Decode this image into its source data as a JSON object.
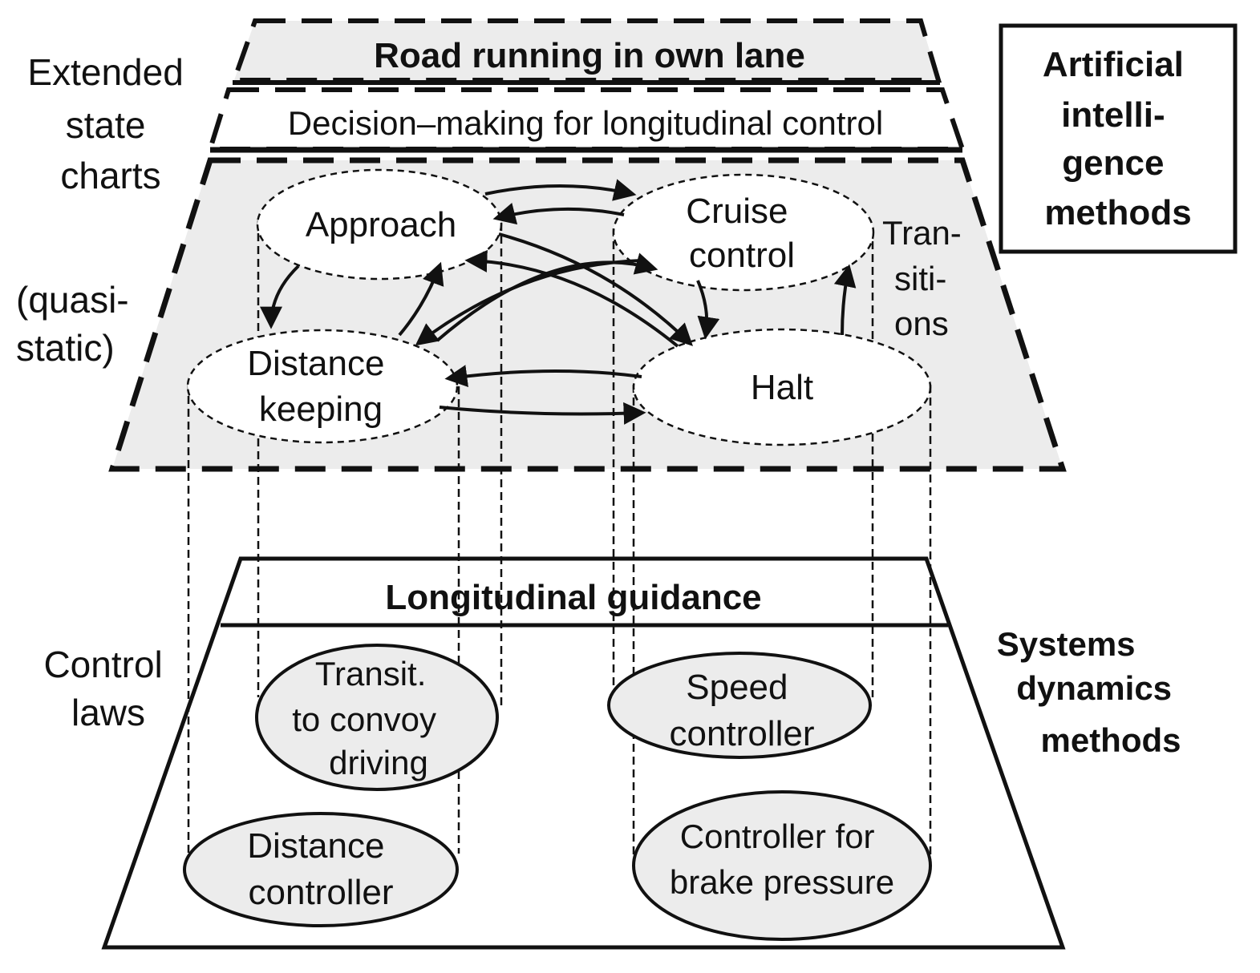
{
  "layers": {
    "top_band": "Road running in own lane",
    "second_band": "Decision–making for longitudinal control",
    "bottom_band": "Longitudinal guidance"
  },
  "left_labels": {
    "extended": [
      "Extended",
      "state",
      "charts"
    ],
    "quasi": [
      "(quasi-",
      "static)"
    ],
    "control": [
      "Control",
      "laws"
    ]
  },
  "right_labels": {
    "ai": [
      "Artificial",
      "intelli-",
      "gence",
      "methods"
    ],
    "transitions": [
      "Tran-",
      "siti-",
      "ons"
    ],
    "systems": [
      "Systems",
      "dynamics",
      "methods"
    ]
  },
  "states": {
    "approach": [
      "Approach"
    ],
    "cruise": [
      "Cruise",
      "control"
    ],
    "distance_keeping": [
      "Distance",
      "keeping"
    ],
    "halt": [
      "Halt"
    ]
  },
  "controllers": {
    "transit": [
      "Transit.",
      "to convoy",
      "driving"
    ],
    "speed": [
      "Speed",
      "controller"
    ],
    "distance": [
      "Distance",
      "controller"
    ],
    "brake": [
      "Controller for",
      "brake pressure"
    ]
  },
  "colors": {
    "band_fill": "#ececec",
    "line": "#111111",
    "ellipse_fill": "#ececec"
  }
}
